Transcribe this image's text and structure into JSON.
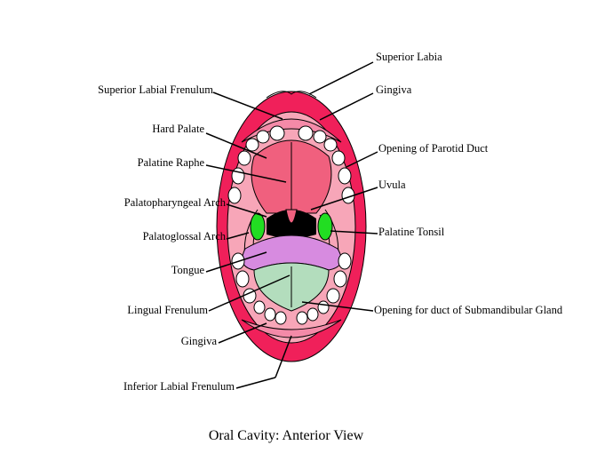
{
  "caption": "Oral Cavity: Anterior View",
  "labels": {
    "superior_labia": "Superior Labia",
    "gingiva_upper": "Gingiva",
    "superior_labial_frenulum": "Superior Labial Frenulum",
    "hard_palate": "Hard Palate",
    "opening_parotid_duct": "Opening of Parotid Duct",
    "palatine_raphe": "Palatine Raphe",
    "uvula": "Uvula",
    "palatopharyngeal_arch": "Palatopharyngeal Arch",
    "palatine_tonsil": "Palatine Tonsil",
    "palatoglossal_arch": "Palatoglossal Arch",
    "tongue": "Tongue",
    "lingual_frenulum": "Lingual Frenulum",
    "opening_submandibular": "Opening for duct of Submandibular Gland",
    "gingiva_lower": "Gingiva",
    "inferior_labial_frenulum": "Inferior Labial Frenulum"
  },
  "colors": {
    "lips": "#f0205a",
    "gingiva": "#f48aa8",
    "palate": "#f0607e",
    "throat": "#000000",
    "tonsil": "#22dd22",
    "tongue_upper": "#d78be0",
    "tongue_lower": "#b3ddbd",
    "teeth": "#ffffff"
  }
}
